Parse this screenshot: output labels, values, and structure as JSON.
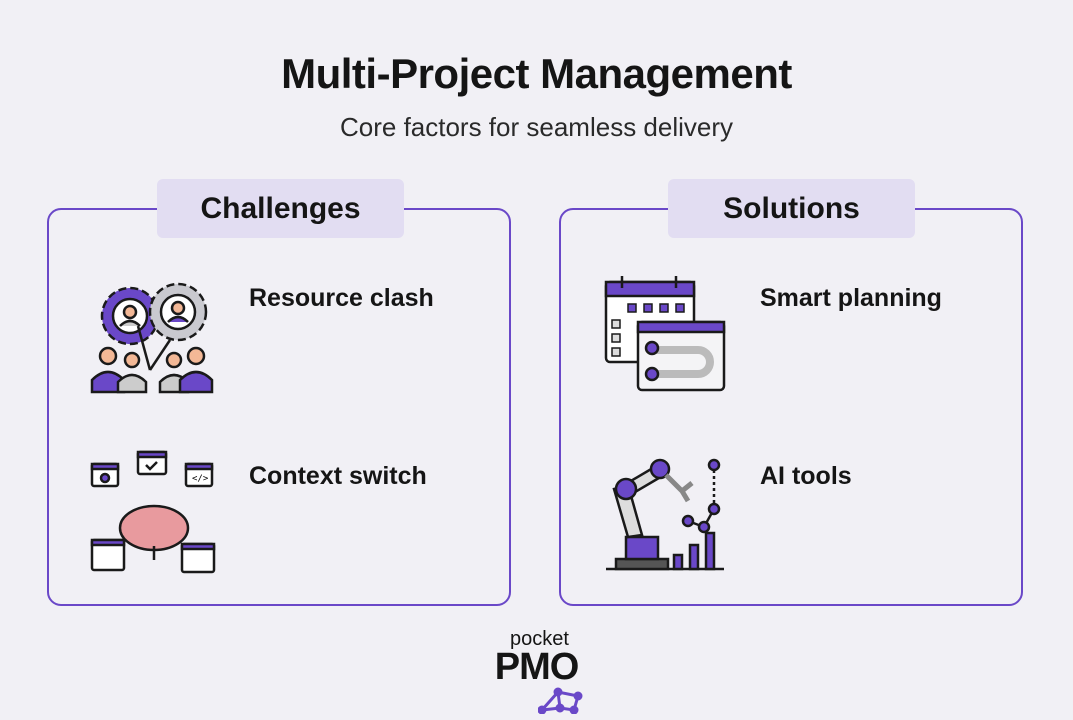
{
  "header": {
    "title": "Multi-Project Management",
    "subtitle": "Core factors for seamless delivery"
  },
  "challenges": {
    "heading": "Challenges",
    "items": [
      {
        "label": "Resource clash",
        "icon": "resource-clash-gears-people-icon"
      },
      {
        "label": "Context switch",
        "icon": "brain-windows-icon"
      }
    ]
  },
  "solutions": {
    "heading": "Solutions",
    "items": [
      {
        "label": "Smart planning",
        "icon": "calendar-roadmap-icon"
      },
      {
        "label": "AI tools",
        "icon": "robot-arm-chart-icon"
      }
    ]
  },
  "logo": {
    "top": "pocket",
    "main": "PMO"
  },
  "colors": {
    "accent": "#6a48c8",
    "badge": "#e2ddf2",
    "background": "#f1f0f5"
  }
}
